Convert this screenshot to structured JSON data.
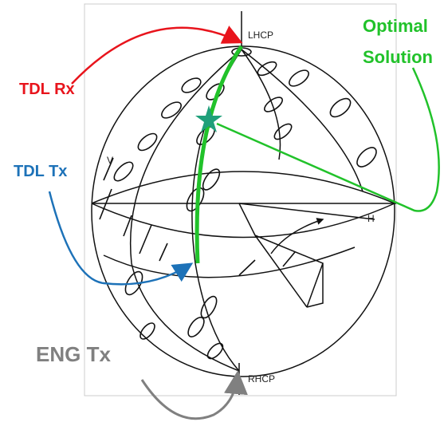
{
  "callouts": {
    "tdl_rx": {
      "text": "TDL Rx",
      "color": "#e8141c"
    },
    "tdl_tx": {
      "text": "TDL Tx",
      "color": "#1d72b8"
    },
    "optimal_line1": {
      "text": "Optimal",
      "color": "#21c22a"
    },
    "optimal_line2": {
      "text": "Solution",
      "color": "#21c22a"
    },
    "eng_tx": {
      "text": "ENG Tx",
      "color": "#808080"
    }
  },
  "poles": {
    "lhcp": "LHCP",
    "rhcp": "RHCP",
    "h": "H",
    "v": "V"
  },
  "colors": {
    "sphere_line": "#111111",
    "optimal_path": "#21c22a",
    "star": "#1fa07a",
    "frame": "#cccccc"
  }
}
